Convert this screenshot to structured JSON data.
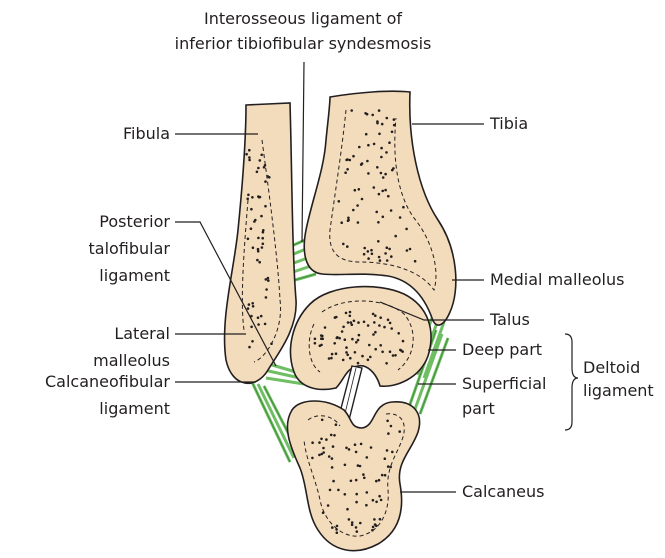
{
  "labels": {
    "interosseous_line1": "Interosseous ligament of",
    "interosseous_line2": "inferior tibiofibular syndesmosis",
    "fibula": "Fibula",
    "tibia": "Tibia",
    "posterior_talofibular_1": "Posterior",
    "posterior_talofibular_2": "talofibular",
    "posterior_talofibular_3": "ligament",
    "medial_malleolus": "Medial malleolus",
    "talus": "Talus",
    "lateral_malleolus_1": "Lateral",
    "lateral_malleolus_2": "malleolus",
    "deep_part": "Deep part",
    "deltoid_1": "Deltoid",
    "deltoid_2": "ligament",
    "superficial_part_1": "Superficial",
    "superficial_part_2": "part",
    "calcaneofibular_1": "Calcaneofibular",
    "calcaneofibular_2": "ligament",
    "calcaneus": "Calcaneus"
  },
  "colors": {
    "bone_fill": "#f3dcbc",
    "bone_stroke": "#231f20",
    "ligament": "#6fbe63",
    "ligament_dark": "#3f8f3a"
  }
}
